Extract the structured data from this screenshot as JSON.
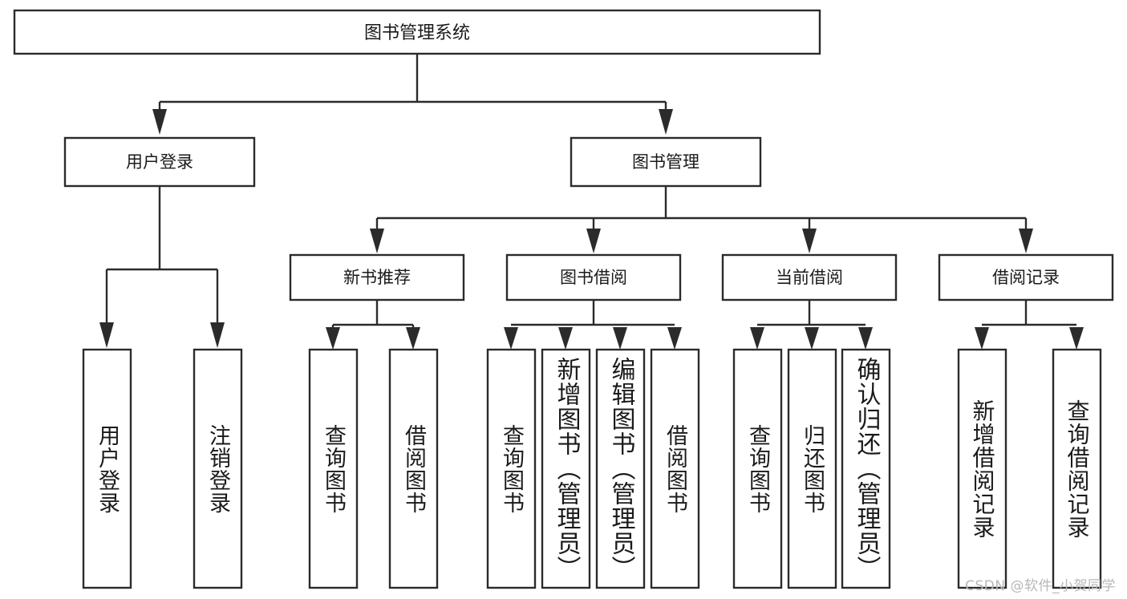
{
  "diagram": {
    "title": "图书管理系统",
    "type": "tree-hierarchy",
    "colors": {
      "stroke": "#2b2b2b",
      "box_fill": "#ffffff",
      "text": "#1a1a1a",
      "background": "#ffffff",
      "watermark": "#b8b8b8"
    },
    "root": {
      "label": "图书管理系统"
    },
    "level2": [
      {
        "label": "用户登录"
      },
      {
        "label": "图书管理"
      }
    ],
    "level3": [
      {
        "label": "新书推荐"
      },
      {
        "label": "图书借阅"
      },
      {
        "label": "当前借阅"
      },
      {
        "label": "借阅记录"
      }
    ],
    "leaves": {
      "user_login": [
        {
          "label": "用户登录"
        },
        {
          "label": "注销登录"
        }
      ],
      "new_book_recommend": [
        {
          "label": "查询图书"
        },
        {
          "label": "借阅图书"
        }
      ],
      "book_borrow": [
        {
          "label": "查询图书"
        },
        {
          "label": "新增图书（管理员）"
        },
        {
          "label": "编辑图书（管理员）"
        },
        {
          "label": "借阅图书"
        }
      ],
      "current_borrow": [
        {
          "label": "查询图书"
        },
        {
          "label": "归还图书"
        },
        {
          "label": "确认归还（管理员）"
        }
      ],
      "borrow_record": [
        {
          "label": "新增借阅记录"
        },
        {
          "label": "查询借阅记录"
        }
      ]
    }
  },
  "watermark": {
    "text": "CSDN @软件_小贺同学"
  }
}
